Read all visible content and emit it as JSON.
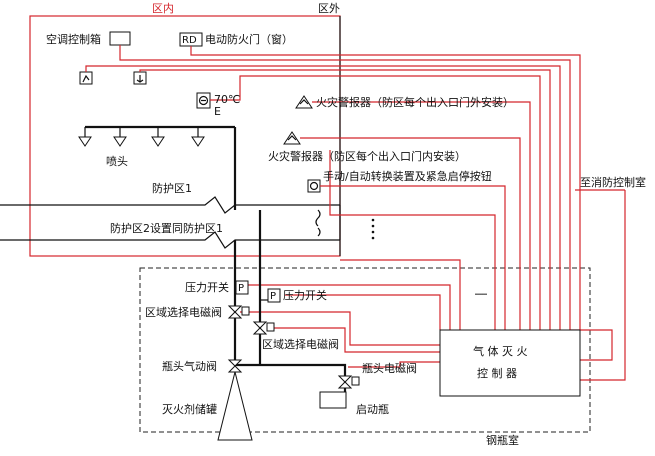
{
  "labels": {
    "zone_inner": "区内",
    "zone_outer": "区外",
    "ac_control_box": "空调控制箱",
    "fire_door_tag": "RD",
    "fire_door": "电动防火门（窗）",
    "temp_sensor": "70℃",
    "temp_sensor_sub": "E",
    "alarm_outside": "火灾警报器（防区每个出入口门外安装）",
    "alarm_inside": "火灾警报器（防区每个出入口门内安装）",
    "manual_switch": "手动/自动转换装置及紧急启停按钮",
    "nozzle": "喷头",
    "zone1": "防护区1",
    "zone2": "防护区2设置同防护区1",
    "to_fire_control_room": "至消防控制室",
    "pressure_switch_1": "压力开关",
    "pressure_switch_2": "压力开关",
    "pressure_tag": "P",
    "zone_valve_1": "区域选择电磁阀",
    "zone_valve_2": "区域选择电磁阀",
    "bottle_pneumatic_valve": "瓶头气动阀",
    "bottle_solenoid_valve": "瓶头电磁阀",
    "agent_tank": "灭火剂储罐",
    "start_bottle": "启动瓶",
    "controller_line1": "气 体 灭 火",
    "controller_line2": "控 制 器",
    "cylinder_room": "钢瓶室",
    "ellipsis": "……",
    "ellipsis_v": "⋮"
  },
  "colors": {
    "signal_line": "#d4262c",
    "pipe_line": "#111111"
  }
}
